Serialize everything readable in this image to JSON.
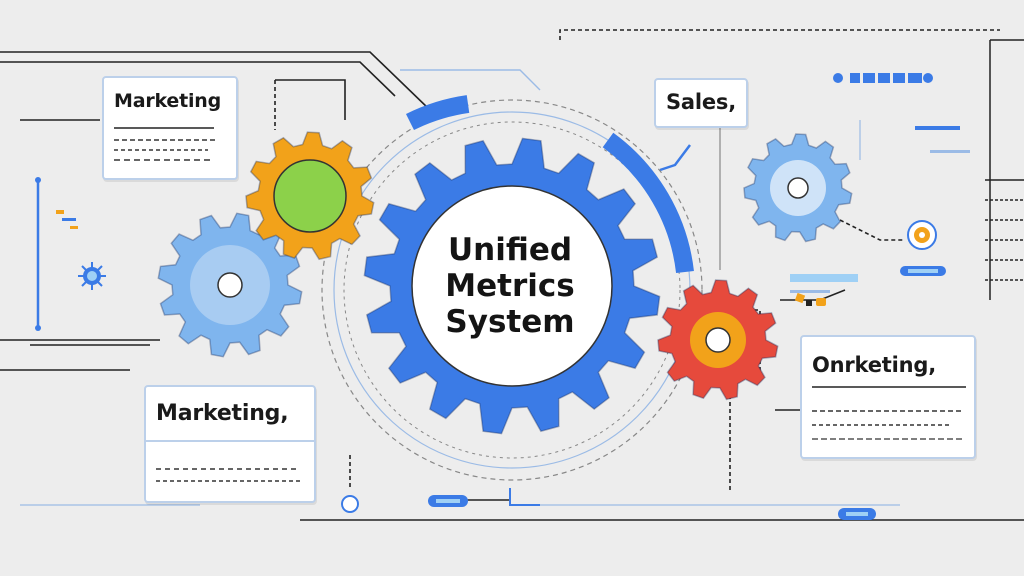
{
  "center": {
    "line1": "Unified",
    "line2": "Metrics",
    "line3": "System"
  },
  "cards": {
    "top_left": "Marketing",
    "top_right": "Sales,",
    "bottom_left": "Marketing,",
    "bottom_right": "Onrketing,"
  },
  "colors": {
    "background": "#ededed",
    "blue": "#3b7be6",
    "light_blue": "#7fb5ee",
    "orange": "#f2a21a",
    "green": "#8cd14a",
    "red": "#e64a3c",
    "line": "#222222"
  },
  "icons": [
    "gear-icon",
    "bug-icon",
    "status-dot-icon"
  ]
}
